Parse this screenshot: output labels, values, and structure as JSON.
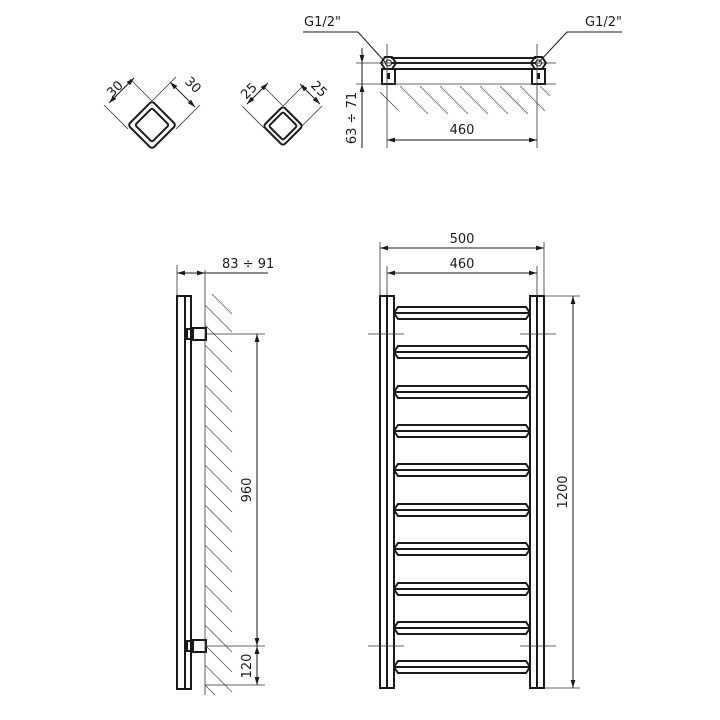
{
  "drawing": {
    "profiles": [
      {
        "name": "rail-profile",
        "dim_a": "30",
        "dim_b": "30"
      },
      {
        "name": "rung-profile",
        "dim_a": "25",
        "dim_b": "25"
      }
    ],
    "top_view": {
      "connection_left": "G1/2\"",
      "connection_right": "G1/2\"",
      "wall_distance": "63 ÷ 71",
      "connection_spacing": "460"
    },
    "side_view": {
      "depth": "83 ÷ 91",
      "connection_height": "960",
      "bottom_offset": "120"
    },
    "front_view": {
      "overall_width": "500",
      "connection_width": "460",
      "overall_height": "1200",
      "rung_count": 10
    }
  }
}
